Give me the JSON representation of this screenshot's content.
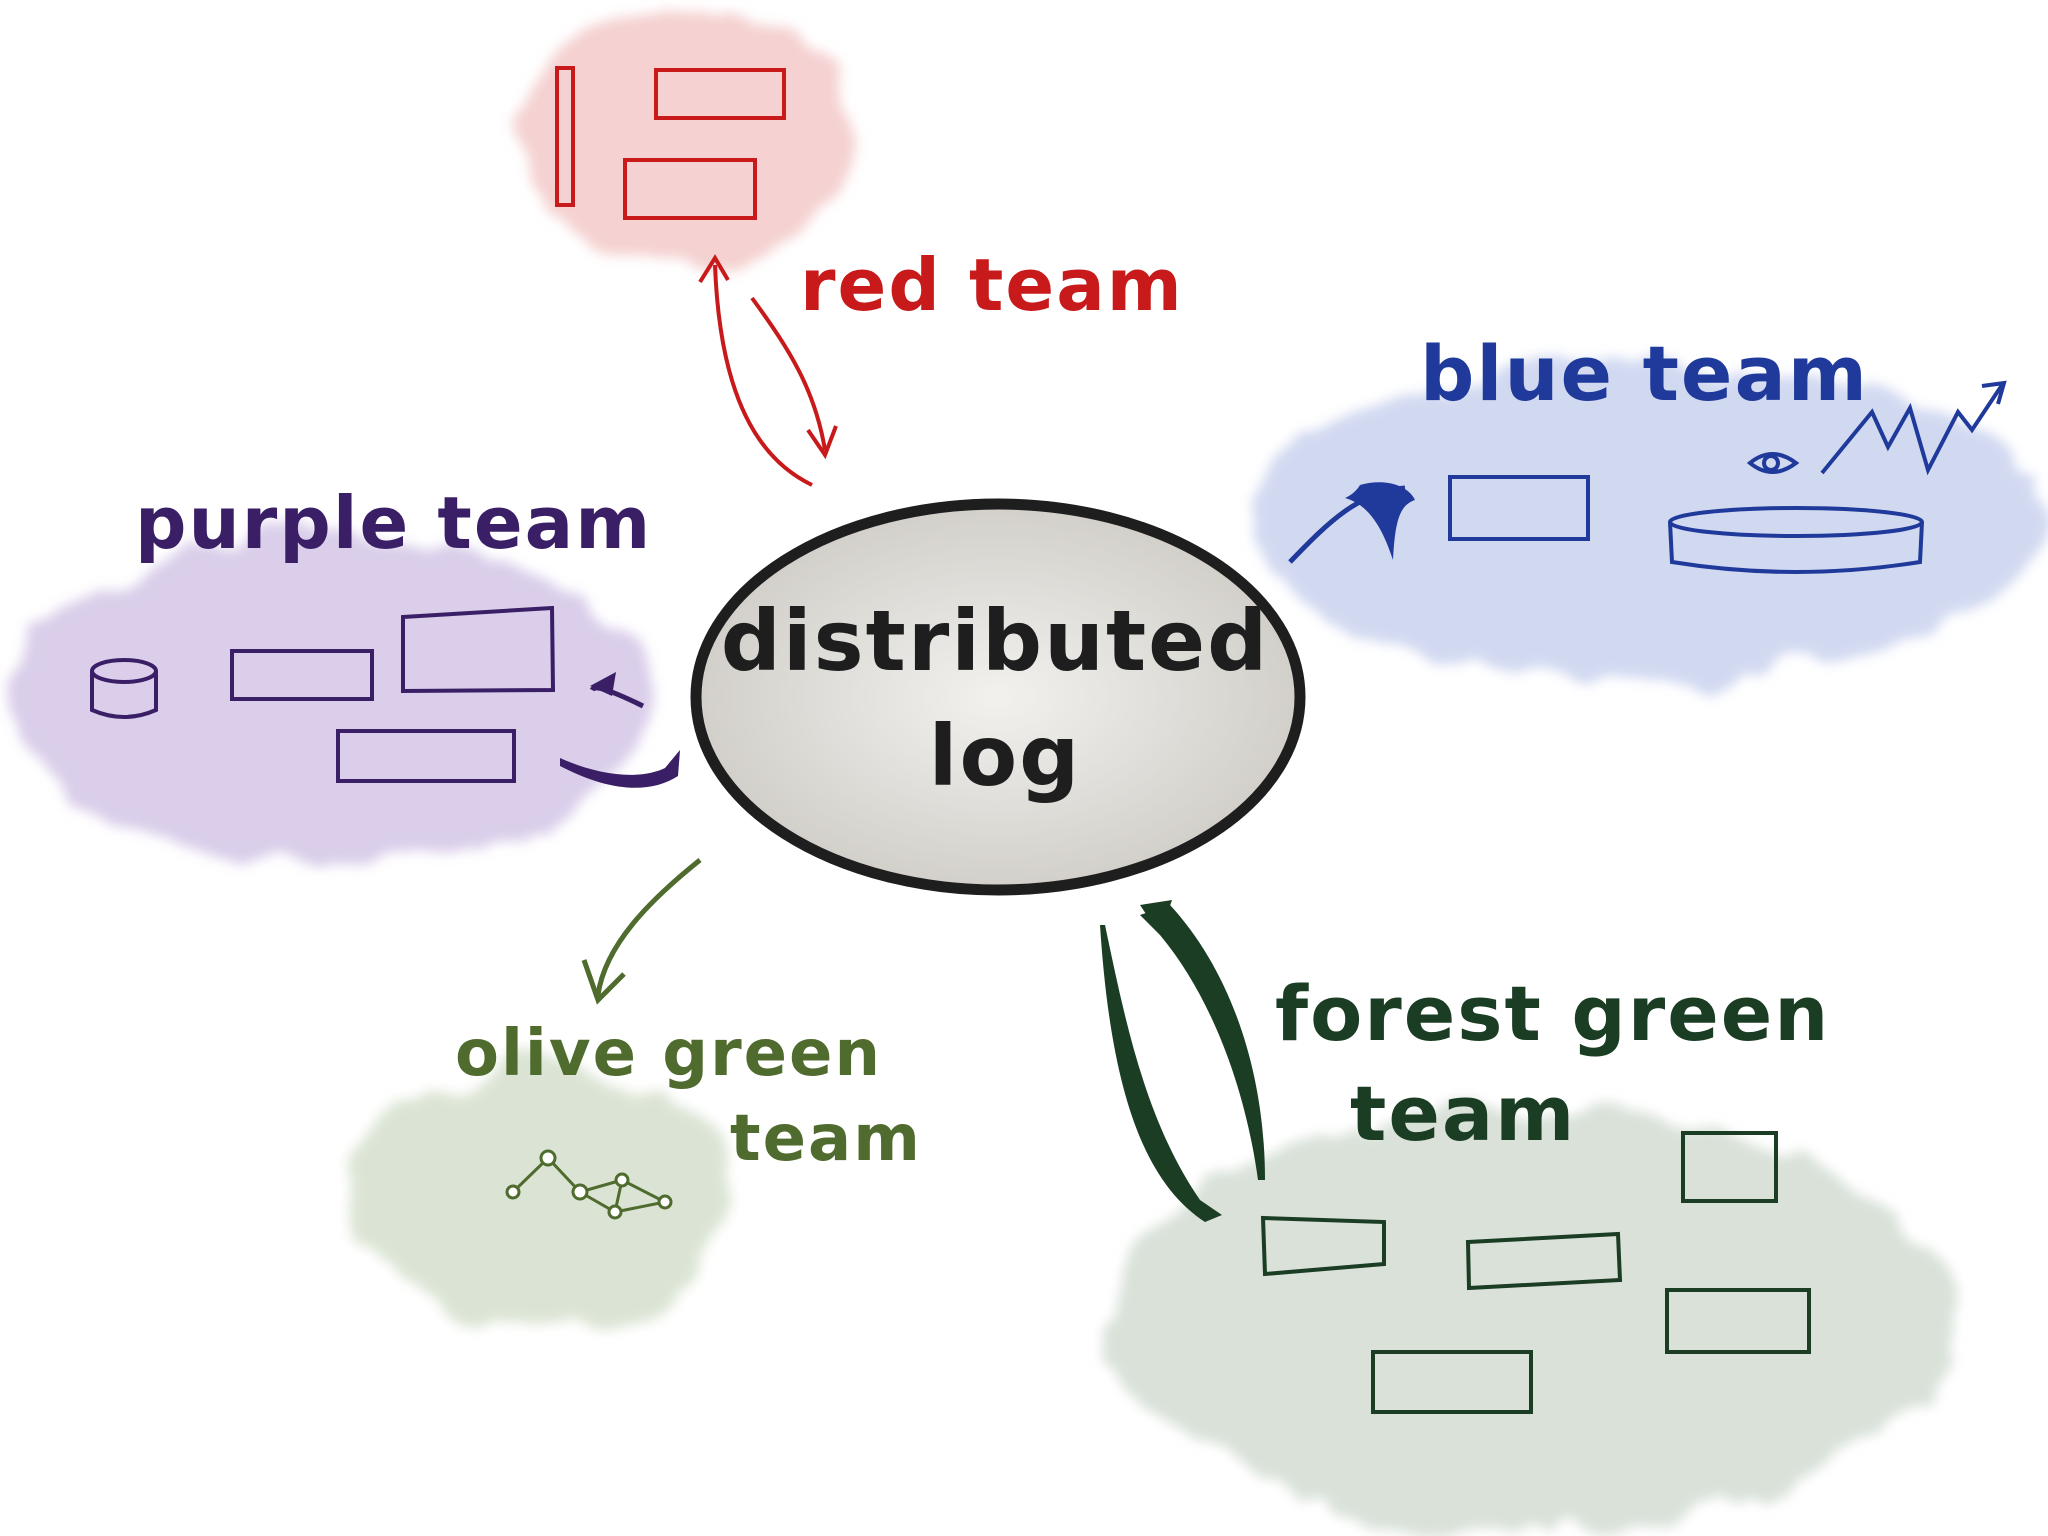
{
  "center": {
    "line1": "distributed",
    "line2": "log",
    "fill": "#dcdad5",
    "stroke": "#1e1e1e"
  },
  "teams": {
    "red": {
      "label": "red team",
      "color": "#c81a1a",
      "wash": "#f3c9c9",
      "link": "bidirectional"
    },
    "blue": {
      "label": "blue team",
      "color": "#1f3a9a",
      "wash": "#c9d2ee",
      "link": "outgoing"
    },
    "purple": {
      "label": "purple team",
      "color": "#3a1f66",
      "wash": "#d3c6e6",
      "link": "bidirectional"
    },
    "olive": {
      "label_line1": "olive green",
      "label_line2": "team",
      "color": "#4f6b2e",
      "wash": "#d5dfcc",
      "link": "outgoing"
    },
    "forest": {
      "label_line1": "forest green",
      "label_line2": "team",
      "color": "#1b3d24",
      "wash": "#d2dcd2",
      "link": "bidirectional"
    }
  },
  "icons": {
    "red": [
      "vertical-bar-icon",
      "rectangle-icon",
      "rectangle-icon"
    ],
    "blue": [
      "rectangle-icon",
      "disk-icon",
      "eye-icon",
      "trend-chart-icon"
    ],
    "purple": [
      "database-icon",
      "rectangle-icon",
      "rectangle-icon",
      "rectangle-icon"
    ],
    "olive": [
      "graph-network-icon"
    ],
    "forest": [
      "rectangle-icon",
      "rectangle-icon",
      "rectangle-icon",
      "rectangle-icon",
      "rectangle-icon"
    ]
  }
}
